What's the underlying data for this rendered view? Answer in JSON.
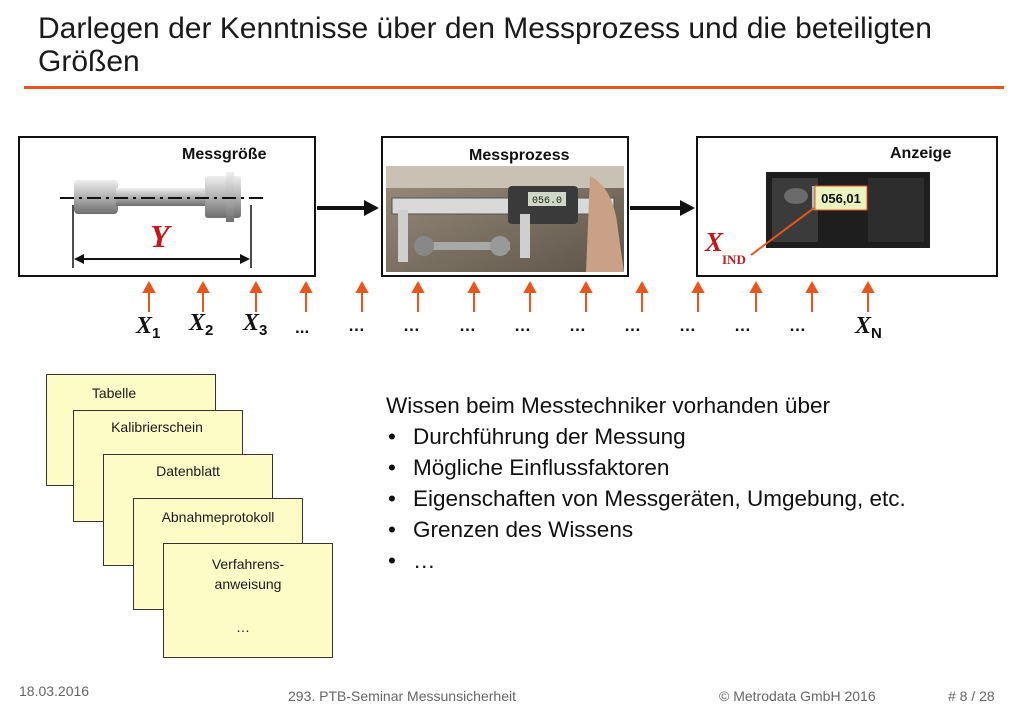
{
  "title": "Darlegen der Kenntnisse über den Messprozess und die beteiligten Größen",
  "boxes": {
    "messgroesse": "Messgröße",
    "messprozess": "Messprozess",
    "anzeige": "Anzeige"
  },
  "measurand_symbol": "Y",
  "display_value": "056,01",
  "caliper_display": "056.0",
  "x_ind": {
    "symbol": "X",
    "sub": "IND"
  },
  "influences": [
    {
      "symbol": "X",
      "sub": "1"
    },
    {
      "symbol": "X",
      "sub": "2"
    },
    {
      "symbol": "X",
      "sub": "3"
    },
    {
      "dots": "..."
    },
    {
      "dots": "…"
    },
    {
      "dots": "…"
    },
    {
      "dots": "…"
    },
    {
      "dots": "…"
    },
    {
      "dots": "…"
    },
    {
      "dots": "…"
    },
    {
      "dots": "…"
    },
    {
      "dots": "…"
    },
    {
      "dots": "…"
    },
    {
      "symbol": "X",
      "sub": "N"
    }
  ],
  "documents": [
    "Tabelle",
    "Kalibrierschein",
    "Datenblatt",
    "Abnahmeprotokoll",
    "Verfahrens-\nanweisung",
    "…"
  ],
  "wissen": {
    "heading": "Wissen beim Messtechniker vorhanden über",
    "items": [
      "Durchführung der Messung",
      "Mögliche Einflussfaktoren",
      "Eigenschaften von Messgeräten, Umgebung, etc.",
      "Grenzen des Wissens",
      "…"
    ]
  },
  "footer": {
    "date": "18.03.2016",
    "seminar": "293. PTB-Seminar Messunsicherheit",
    "copyright": "© Metrodata GmbH 2016",
    "page": "# 8 / 28"
  },
  "colors": {
    "accent": "#e8561e",
    "measurand": "#c0181c",
    "doc_fill": "#fdfbc6"
  }
}
